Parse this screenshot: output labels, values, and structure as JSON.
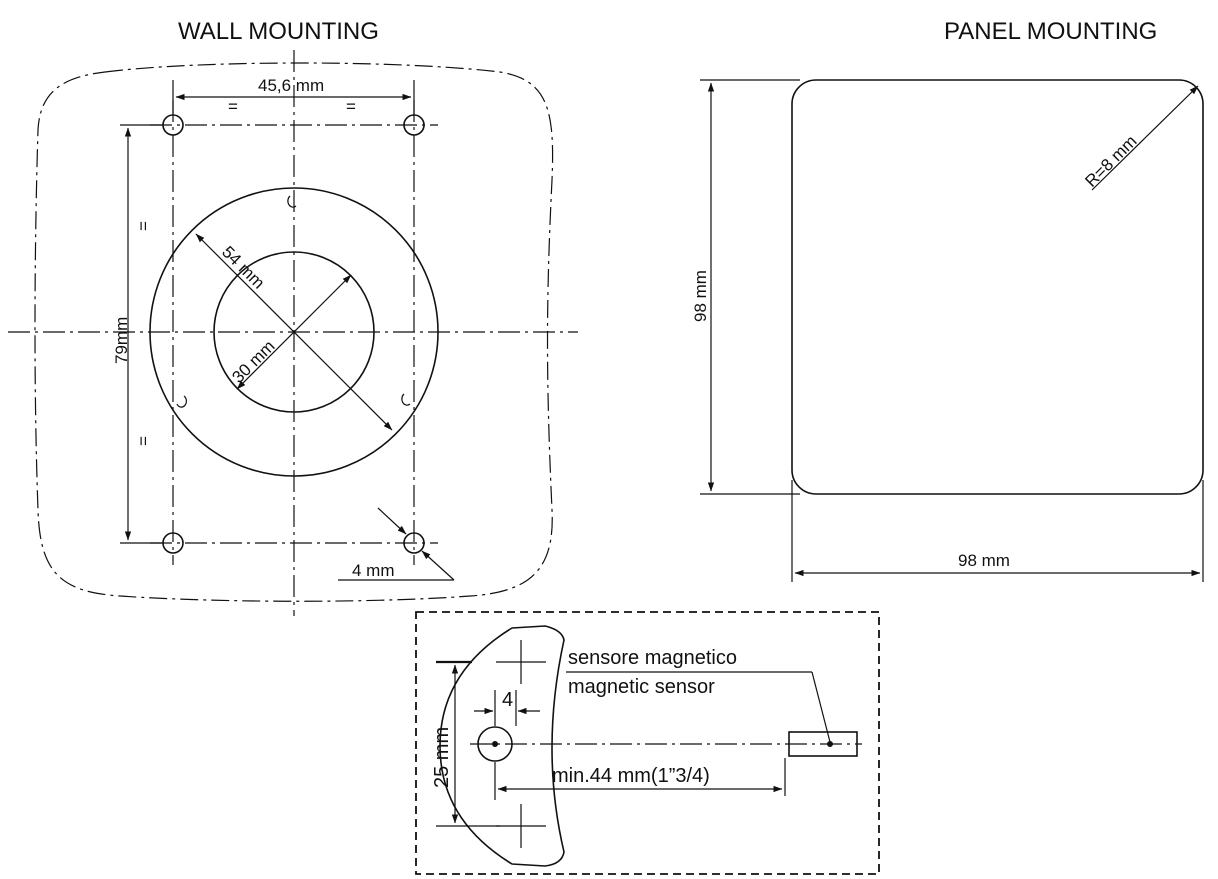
{
  "wall_mounting": {
    "title": "WALL MOUNTING",
    "dim_width": "45,6 mm",
    "eq_symbol": "=",
    "dim_height": "79mm",
    "dim_outer_diameter": "54 mm",
    "dim_inner_diameter": "30 mm",
    "dim_hole": "4 mm"
  },
  "panel_mounting": {
    "title": "PANEL MOUNTING",
    "dim_height": "98 mm",
    "dim_width": "98 mm",
    "dim_radius": "R=8 mm"
  },
  "sensor_detail": {
    "label_it": "sensore magnetico",
    "label_en": "magnetic sensor",
    "dim_small": "4",
    "dim_height": "25 mm",
    "dim_distance": "min.44 mm(1”3/4)"
  }
}
